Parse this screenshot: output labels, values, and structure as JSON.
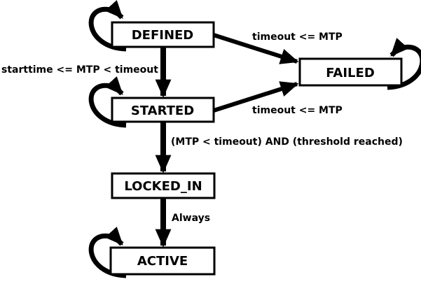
{
  "diagram": {
    "type": "state-machine",
    "background_color": "#ffffff",
    "line_color": "#000000",
    "box_fill_color": "#ffffff",
    "states": [
      {
        "label": "DEFINED",
        "self_loop": true
      },
      {
        "label": "STARTED",
        "self_loop": true
      },
      {
        "label": "FAILED",
        "self_loop": true
      },
      {
        "label": "LOCKED_IN",
        "self_loop": false
      },
      {
        "label": "ACTIVE",
        "self_loop": true
      }
    ],
    "transitions": [
      {
        "from": "DEFINED",
        "to": "STARTED",
        "label": "starttime <= MTP < timeout"
      },
      {
        "from": "DEFINED",
        "to": "FAILED",
        "label": "timeout <= MTP"
      },
      {
        "from": "STARTED",
        "to": "FAILED",
        "label": "timeout <= MTP"
      },
      {
        "from": "STARTED",
        "to": "LOCKED_IN",
        "label": "(MTP < timeout) AND (threshold reached)"
      },
      {
        "from": "LOCKED_IN",
        "to": "ACTIVE",
        "label": "Always"
      }
    ]
  }
}
